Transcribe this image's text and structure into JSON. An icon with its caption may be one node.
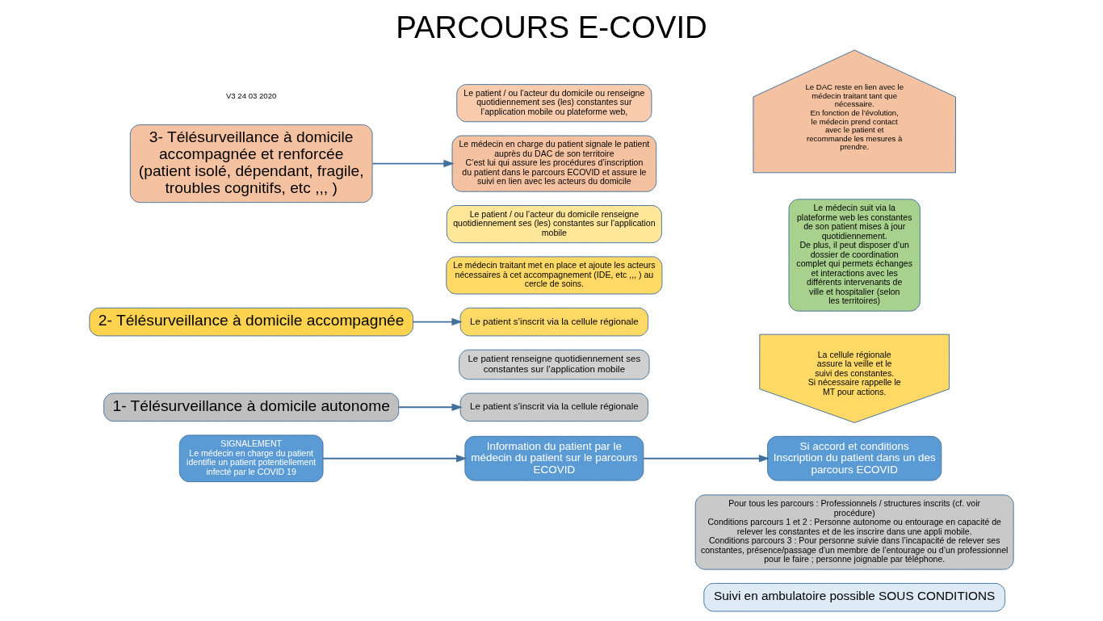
{
  "diagram": {
    "title": "PARCOURS E-COVID",
    "nodes": [
      {
        "text": [
          "Suivi en ambulatoire possible SOUS CONDITIONS"
        ]
      },
      {
        "text": [
          "Pour tous les parcours : Professionnels / structures inscrits (cf. voir procédure)",
          "Conditions parcours 1 et 2 : Personne autonome ou entourage en capacité de relever les constantes et de les inscrire dans une appli mobile.",
          "Conditions parcours 3 : Pour personne suivie dans l’incapacité de relever ses constantes, présence/passage d’un membre de l’entourage ou d’un professionnel pour le faire ; personne joignable par téléphone."
        ]
      },
      {
        "text": [
          "SIGNALEMENT",
          "Le médecin en charge du patient identifie un patient potentiellement infecté par le COVID 19"
        ]
      },
      {
        "text": [
          "Information du patient par le médecin du patient sur le parcours ECOVID"
        ]
      },
      {
        "text": [
          "Si accord et conditions",
          "Inscription du patient dans un des parcours ECOVID"
        ]
      },
      {
        "text": [
          "1- Télésurveillance à domicile autonome"
        ]
      },
      {
        "text": [
          "Le patient s’inscrit via la cellule régionale"
        ]
      },
      {
        "text": [
          "Le patient renseigne quotidiennement ses constantes sur l’application mobile"
        ]
      },
      {
        "text": [
          "2- Télésurveillance à domicile accompagnée"
        ]
      },
      {
        "text": [
          "Le patient s’inscrit via la cellule régionale"
        ]
      },
      {
        "text": [
          "Le médecin traitant met en place et ajoute les acteurs nécessaires à cet accompagnement (IDE, etc ,,, ) au cercle de soins."
        ]
      },
      {
        "text": [
          "Le patient / ou l’acteur du domicile renseigne quotidiennement ses (les) constantes sur l’application mobile"
        ]
      },
      {
        "text": [
          "3- Télésurveillance à domicile accompagnée et renforcée",
          "(patient isolé, dépendant, fragile, troubles cognitifs, etc ,,, )"
        ]
      },
      {
        "text": [
          "Le médecin en charge du patient signale le patient auprès du DAC de son territoire",
          "C’est lui qui assure les procédures d’inscription du patient dans le parcours ECOVID et assure le suivi en lien avec les acteurs du domicile"
        ]
      },
      {
        "text": [
          "Le patient / ou l’acteur du domicile ou renseigne quotidiennement ses (les) constantes sur l’application mobile ou plateforme web,"
        ]
      },
      {
        "text": [
          "La cellule régionale assure la veille et le suivi des constantes.",
          "Si nécessaire rappelle le MT pour actions."
        ]
      },
      {
        "text": [
          "Le médecin suit via la plateforme web les constantes de son patient mises à jour quotidiennement.",
          "De plus, il peut disposer d’un dossier de coordination complet qui permets échanges et interactions avec les différents intervenants de ville et hospitalier (selon les territoires)"
        ]
      },
      {
        "text": [
          "Le DAC reste en lien avec le médecin traitant tant que nécessaire.",
          "En fonction de l’évolution, le médecin prend contact avec le patient et recommande les mesures à prendre."
        ]
      }
    ],
    "edges": [
      {
        "from": 2,
        "to": 3,
        "arrow": "to"
      },
      {
        "from": 3,
        "to": 4,
        "arrow": "to"
      },
      {
        "from": 5,
        "to": 6,
        "arrow": "to"
      },
      {
        "from": 8,
        "to": 9,
        "arrow": "to"
      },
      {
        "from": 12,
        "to": 13,
        "arrow": "to"
      }
    ],
    "labels": [
      "V3 24 03 2020"
    ]
  }
}
